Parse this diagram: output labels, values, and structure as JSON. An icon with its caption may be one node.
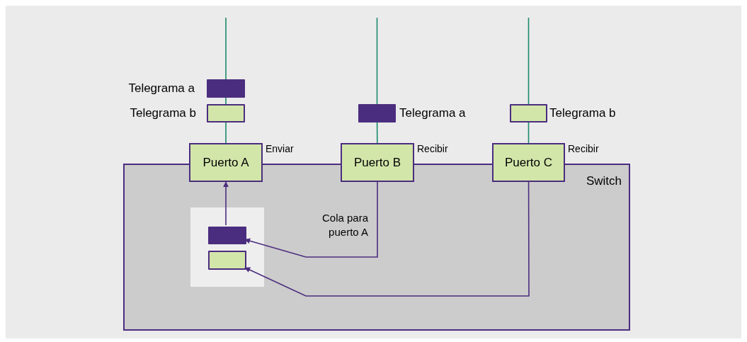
{
  "diagram": {
    "nodes": [
      {
        "text": [
          "Switch"
        ]
      },
      {
        "text": [
          "Puerto A"
        ],
        "beside": [
          "Enviar"
        ]
      },
      {
        "text": [
          "Puerto B"
        ],
        "beside": [
          "Recibir"
        ]
      },
      {
        "text": [
          "Puerto C"
        ],
        "beside": [
          "Recibir"
        ]
      },
      {
        "text": [],
        "shape": "box",
        "in": 0
      },
      {
        "text": [],
        "shape": "bar",
        "in": 4
      },
      {
        "text": [],
        "shape": "bar",
        "in": 4
      },
      {
        "text": [],
        "shape": "bar",
        "beside": [
          "Telegrama a"
        ]
      },
      {
        "text": [],
        "shape": "bar",
        "beside": [
          "Telegrama b"
        ]
      },
      {
        "text": [],
        "shape": "bar",
        "beside": [
          "Telegrama a"
        ]
      },
      {
        "text": [],
        "shape": "bar",
        "beside": [
          "Telegrama b"
        ]
      }
    ],
    "edges": [
      {
        "from": null,
        "to": 7,
        "arrow": "none",
        "color": "#1b8a6b"
      },
      {
        "from": 7,
        "to": 8,
        "arrow": "none",
        "color": "#1b8a6b"
      },
      {
        "from": 8,
        "to": 1,
        "arrow": "none",
        "color": "#1b8a6b"
      },
      {
        "from": null,
        "to": 9,
        "arrow": "none",
        "color": "#1b8a6b"
      },
      {
        "from": 9,
        "to": 2,
        "arrow": "none",
        "color": "#1b8a6b"
      },
      {
        "from": null,
        "to": 10,
        "arrow": "none",
        "color": "#1b8a6b"
      },
      {
        "from": 10,
        "to": 3,
        "arrow": "none",
        "color": "#1b8a6b"
      },
      {
        "from": 5,
        "to": 1,
        "arrow": "to",
        "color": "#4b2d7f"
      },
      {
        "from": 2,
        "to": 5,
        "arrow": "to",
        "label": "Cola para puerto A",
        "color": "#4b2d7f"
      },
      {
        "from": 3,
        "to": 6,
        "arrow": "to",
        "color": "#4b2d7f"
      }
    ]
  }
}
